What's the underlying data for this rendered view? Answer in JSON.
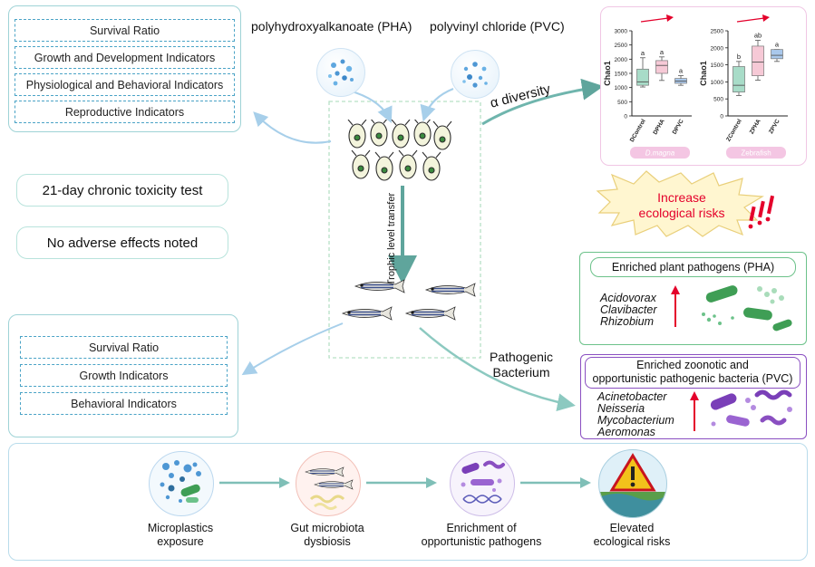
{
  "top_left_panel": {
    "rows": [
      "Survival Ratio",
      "Growth and Development Indicators",
      "Physiological and Behavioral Indicators",
      "Reproductive Indicators"
    ]
  },
  "middle_left": {
    "test_label": "21-day chronic toxicity test",
    "effects_label": "No adverse effects noted"
  },
  "bottom_left_panel": {
    "rows": [
      "Survival Ratio",
      "Growth Indicators",
      "Behavioral Indicators"
    ]
  },
  "center": {
    "pha_label": "polyhydroxyalkanoate (PHA)",
    "pvc_label": "polyvinyl chloride (PVC)",
    "trophic_label": "Trophic level transfer",
    "alpha_label": "α diversity",
    "pathogenic_label": "Pathogenic Bacterium"
  },
  "charts": {
    "left": {
      "ylabel": "Chao1",
      "subtitle": "D.magna",
      "categories": [
        "DControl",
        "DPHA",
        "DPVC"
      ],
      "letters": [
        "a",
        "a",
        "a"
      ],
      "yticks": [
        "0",
        "500",
        "1000",
        "1500",
        "2000",
        "2500",
        "3000"
      ]
    },
    "right": {
      "ylabel": "Chao1",
      "subtitle": "Zebrafish",
      "categories": [
        "ZControl",
        "ZPHA",
        "ZPVC"
      ],
      "letters": [
        "b",
        "ab",
        "a"
      ],
      "yticks": [
        "0",
        "500",
        "1000",
        "1500",
        "2000",
        "2500"
      ]
    }
  },
  "chart_data": [
    {
      "type": "box",
      "ylabel": "Chao1",
      "subtitle": "D.magna",
      "categories": [
        "DControl",
        "DPHA",
        "DPVC"
      ],
      "ylim": [
        0,
        3000
      ],
      "boxes": [
        {
          "min": 1020,
          "q1": 1080,
          "median": 1200,
          "q3": 1650,
          "max": 2050
        },
        {
          "min": 1250,
          "q1": 1500,
          "median": 1780,
          "q3": 1950,
          "max": 2080
        },
        {
          "min": 1080,
          "q1": 1150,
          "median": 1230,
          "q3": 1320,
          "max": 1420
        }
      ],
      "box_colors": [
        "#a8dcc8",
        "#f6c9d6",
        "#a9c8ec"
      ],
      "letters": [
        "a",
        "a",
        "a"
      ]
    },
    {
      "type": "box",
      "ylabel": "Chao1",
      "subtitle": "Zebrafish",
      "categories": [
        "ZControl",
        "ZPHA",
        "ZPVC"
      ],
      "ylim": [
        0,
        2500
      ],
      "boxes": [
        {
          "min": 600,
          "q1": 700,
          "median": 900,
          "q3": 1450,
          "max": 1600
        },
        {
          "min": 1050,
          "q1": 1180,
          "median": 1580,
          "q3": 2050,
          "max": 2220
        },
        {
          "min": 1600,
          "q1": 1680,
          "median": 1780,
          "q3": 1950,
          "max": 1950
        }
      ],
      "box_colors": [
        "#a8dcc8",
        "#f6c9d6",
        "#a9c8ec"
      ],
      "letters": [
        "b",
        "ab",
        "a"
      ]
    }
  ],
  "risk": {
    "line1": "Increase",
    "line2": "ecological risks"
  },
  "plant_panel": {
    "title": "Enriched plant pathogens (PHA)",
    "items": [
      "Acidovorax",
      "Clavibacter",
      "Rhizobium"
    ]
  },
  "zoonotic_panel": {
    "title_line1": "Enriched zoonotic and",
    "title_line2": "opportunistic pathogenic bacteria (PVC)",
    "items": [
      "Acinetobacter",
      "Neisseria",
      "Mycobacterium",
      "Aeromonas"
    ]
  },
  "bottom_flow": {
    "steps": [
      {
        "line1": "Microplastics",
        "line2": "exposure"
      },
      {
        "line1": "Gut microbiota",
        "line2": "dysbiosis"
      },
      {
        "line1": "Enrichment of",
        "line2": "opportunistic pathogens"
      },
      {
        "line1": "Elevated",
        "line2": "ecological risks"
      }
    ]
  },
  "colors": {
    "teal_arrow": "#7fbfb7",
    "blue_arrow": "#8ec3e6",
    "red_arrow": "#e4002b",
    "risk_text": "#e4002b",
    "green_panel": "#6cc28a",
    "purple_panel": "#8a4fc1",
    "pink_tag": "#f4c6e3"
  }
}
